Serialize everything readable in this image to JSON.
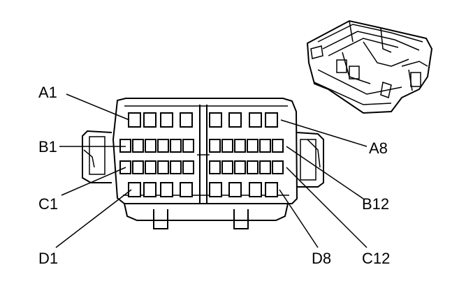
{
  "labels": {
    "a1": "A1",
    "a8": "A8",
    "b1": "B1",
    "b12": "B12",
    "c1": "C1",
    "c12": "C12",
    "d1": "D1",
    "d8": "D8"
  },
  "rows": [
    {
      "name": "A",
      "count": 8
    },
    {
      "name": "B",
      "count": 12
    },
    {
      "name": "C",
      "count": 12
    },
    {
      "name": "D",
      "count": 8
    }
  ]
}
